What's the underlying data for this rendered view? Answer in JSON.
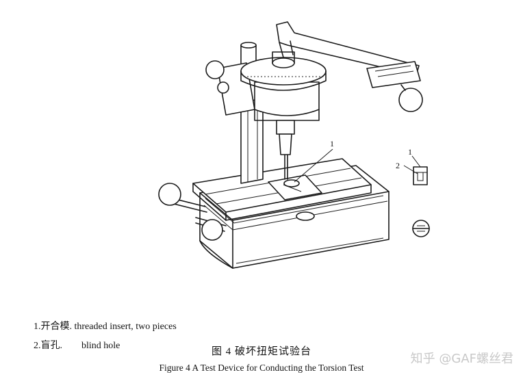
{
  "figure": {
    "callouts": {
      "main_1": "1",
      "detail_1": "1",
      "detail_2": "2"
    }
  },
  "legend": [
    {
      "number": "1.",
      "zh": "开合模",
      "en": ". threaded insert, two pieces"
    },
    {
      "number": "2.",
      "zh": "盲孔",
      "en": ".        blind hole"
    }
  ],
  "caption": {
    "zh": "图 4  破坏扭矩试验台",
    "en": "Figure 4    A Test Device for Conducting the Torsion Test"
  },
  "watermark": "知乎 @GAF螺丝君"
}
